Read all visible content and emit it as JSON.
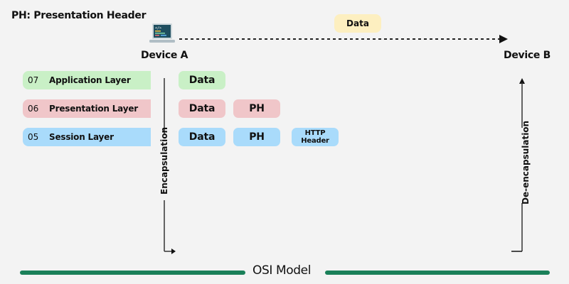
{
  "legend": {
    "text": "PH: Presentation Header"
  },
  "devices": {
    "a": {
      "label": "Device A",
      "icon": "laptop-code-icon"
    },
    "b": {
      "label": "Device B"
    }
  },
  "transfer": {
    "label": "Data",
    "color": "#fdefc0"
  },
  "layers": [
    {
      "number": "07",
      "name": "Application Layer",
      "color": "#c9f0c6",
      "units": [
        "Data"
      ]
    },
    {
      "number": "06",
      "name": "Presentation Layer",
      "color": "#f0c6c9",
      "units": [
        "Data",
        "PH"
      ]
    },
    {
      "number": "05",
      "name": "Session Layer",
      "color": "#a9dbfb",
      "units": [
        "Data",
        "PH",
        "HTTP Header"
      ]
    }
  ],
  "encapsulation": {
    "label": "Encapsulation"
  },
  "deencapsulation": {
    "label": "De-encapsulation"
  },
  "footer": {
    "title": "OSI Model",
    "accent": "#1a8059"
  }
}
